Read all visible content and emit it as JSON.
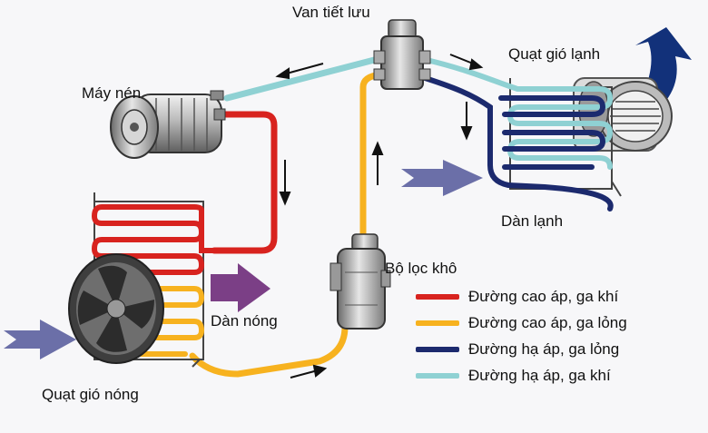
{
  "labels": {
    "expansion_valve": "Van tiết lưu",
    "evaporator_fan": "Quạt gió lạnh",
    "compressor": "Máy nén",
    "evaporator": "Dàn lạnh",
    "receiver_drier": "Bộ lọc khô",
    "condenser": "Dàn nóng",
    "condenser_fan": "Quạt gió nóng"
  },
  "legend": [
    {
      "label": "Đường cao áp, ga khí",
      "color": "#d8231f"
    },
    {
      "label": "Đường cao áp, ga lỏng",
      "color": "#f7b21f"
    },
    {
      "label": "Đường hạ áp, ga lỏng",
      "color": "#1c2a6e"
    },
    {
      "label": "Đường hạ áp, ga khí",
      "color": "#8fd1d3"
    }
  ],
  "colors": {
    "high_gas": "#d8231f",
    "high_liquid": "#f7b21f",
    "low_liquid": "#1c2a6e",
    "low_gas": "#8fd1d3",
    "airflow_blue": "#6b6fa8",
    "airflow_purple": "#7b3f86",
    "outflow_arrow": "#12317a"
  }
}
